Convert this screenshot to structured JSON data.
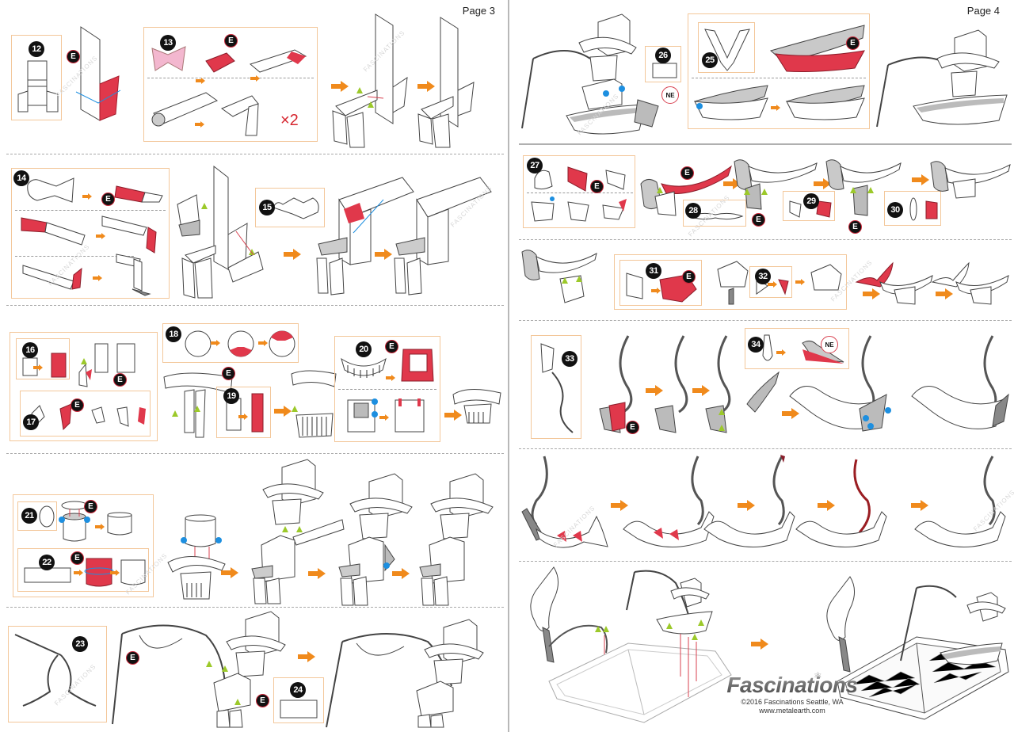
{
  "document": {
    "brand": "Fascinations",
    "copyright": "©2016 Fascinations Seattle, WA",
    "website": "www.metalearth.com",
    "watermark": "FASCINATIONS"
  },
  "pages": [
    {
      "label": "Page 3",
      "rows": [
        {
          "steps": [
            "12",
            "13"
          ],
          "note": "×2"
        },
        {
          "steps": [
            "14",
            "15"
          ]
        },
        {
          "steps": [
            "16",
            "17",
            "18",
            "19",
            "20"
          ]
        },
        {
          "steps": [
            "21",
            "22"
          ]
        },
        {
          "steps": [
            "23",
            "24"
          ]
        }
      ]
    },
    {
      "label": "Page 4",
      "rows": [
        {
          "steps": [
            "25",
            "26"
          ]
        },
        {
          "steps": [
            "27",
            "28",
            "29",
            "30"
          ]
        },
        {
          "steps": [
            "31",
            "32"
          ]
        },
        {
          "steps": [
            "33",
            "34"
          ]
        },
        {
          "steps": []
        },
        {
          "steps": []
        }
      ]
    }
  ],
  "labels": {
    "e": "E",
    "ne": "NE",
    "times_two": "×2"
  },
  "icons": {
    "step_marker": "black-circle-number",
    "tool_marker": "e-badge",
    "no_tool_marker": "ne-badge",
    "flow_arrow": "orange-right-arrow",
    "alignment_marker": "green-triangle",
    "attach_point": "blue-dot"
  },
  "colors": {
    "accent_orange": "#f08a1c",
    "box_border": "#f3c79a",
    "highlight_red": "#e0384b",
    "marker_green": "#9cc92a",
    "marker_blue": "#1d8fe0",
    "line_gray": "#444444"
  }
}
